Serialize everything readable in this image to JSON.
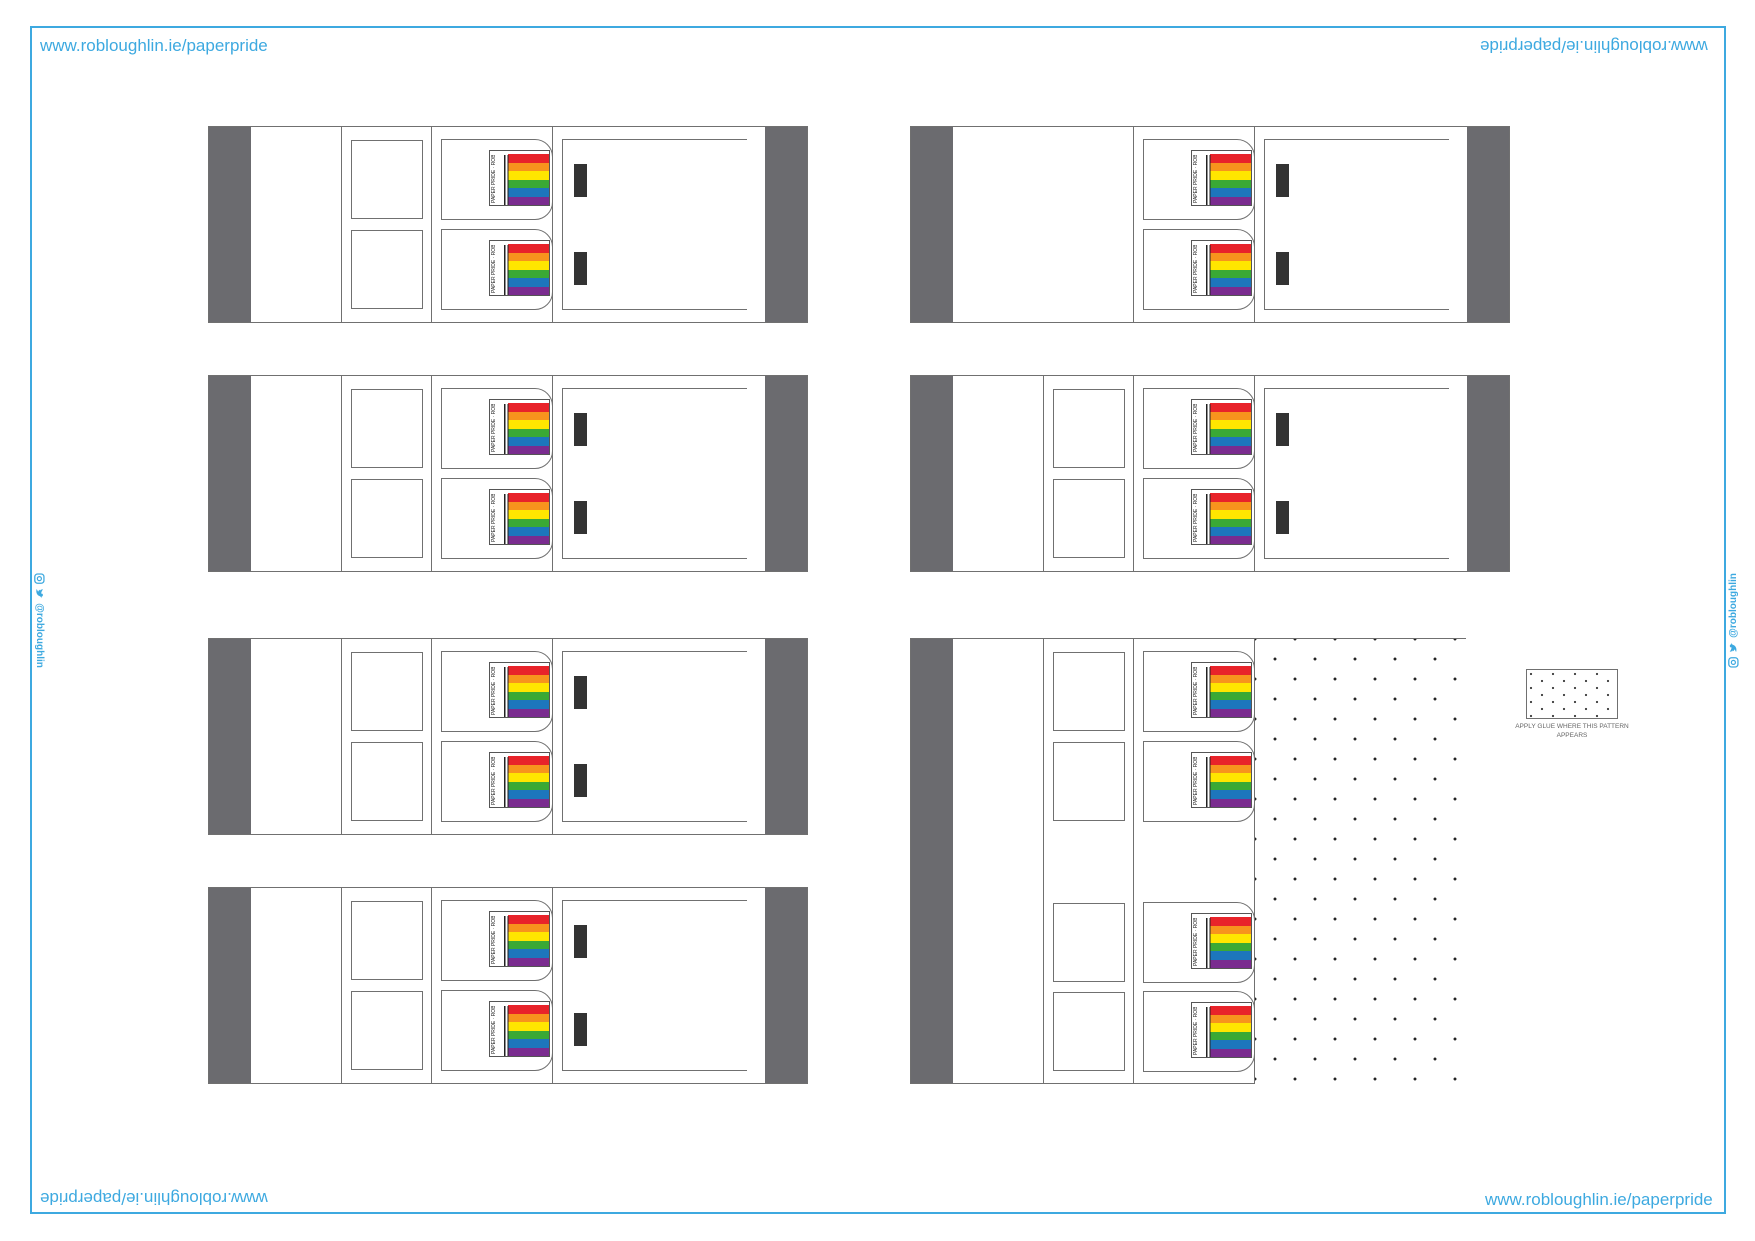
{
  "header": {
    "url": "www.robloughlin.ie/paperpride"
  },
  "social": {
    "handle": "@robloughlin",
    "icons": [
      "instagram-icon",
      "twitter-icon"
    ]
  },
  "legend": {
    "glue_text": "APPLY GLUE WHERE THIS PATTERN APPEARS"
  },
  "flag": {
    "caption": "PAPER PRIDE · ROB LOUGHLIN",
    "stripe_colors": [
      "#e8232a",
      "#f7941d",
      "#ffe600",
      "#3aa935",
      "#1d76bc",
      "#7a2c8f"
    ]
  },
  "colors": {
    "accent": "#3da9e0",
    "end_band": "#6b6b6f",
    "outline": "#707070"
  }
}
